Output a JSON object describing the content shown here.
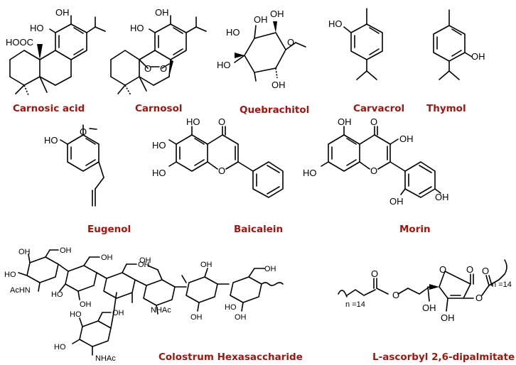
{
  "labels": {
    "carnosic_acid": "Carnosic acid",
    "carnosol": "Carnosol",
    "quebrachitol": "Quebrachitol",
    "carvacrol": "Carvacrol",
    "thymol": "Thymol",
    "eugenol": "Eugenol",
    "baicalein": "Baicalein",
    "morin": "Morin",
    "colostrum": "Colostrum Hexasaccharide",
    "ascorbyl": "L-ascorbyl 2,6-dipalmitate"
  },
  "atoms": {
    "oh": "OH",
    "ho": "HO",
    "hooc": "HOOC",
    "o": "O",
    "achn": "AcHN",
    "nhac": "NHAc",
    "n14": "n =14"
  },
  "colors": {
    "label": "#a1150f",
    "bond": "#000000"
  }
}
